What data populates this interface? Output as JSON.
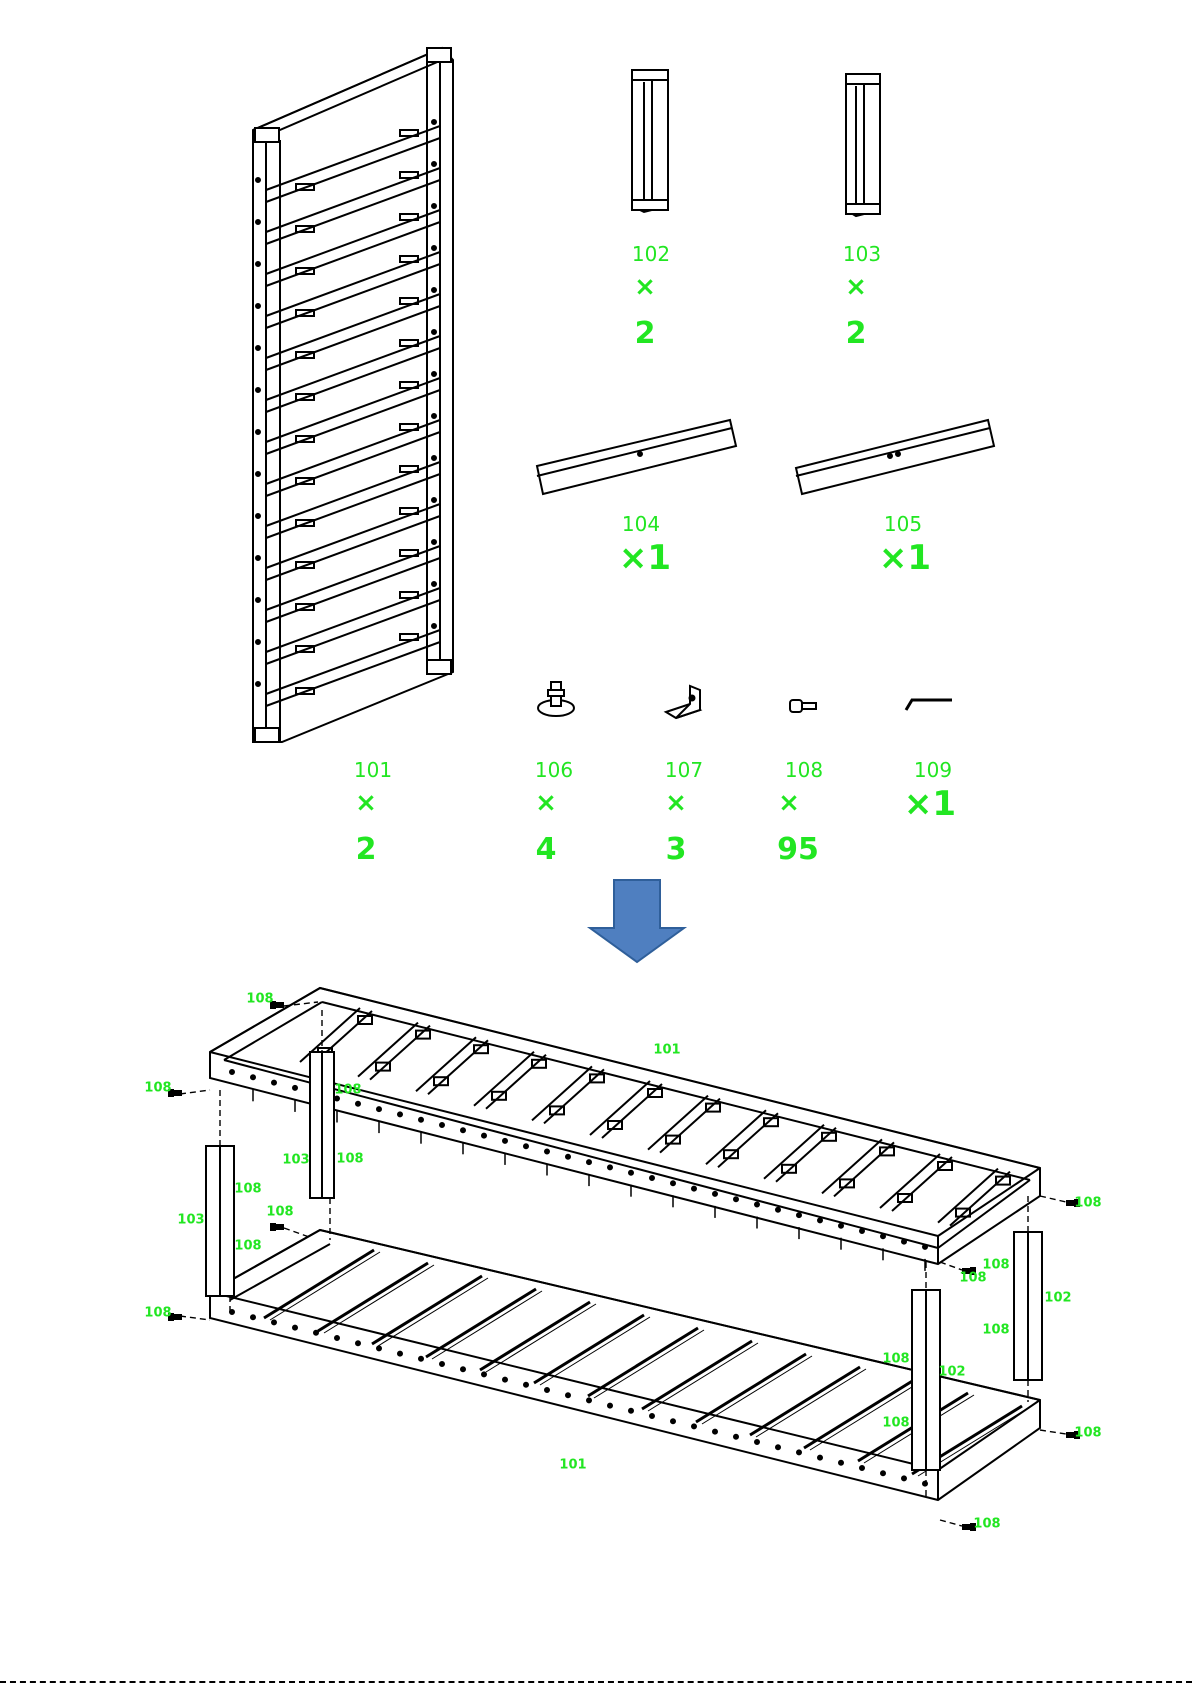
{
  "parts": [
    {
      "id": "p101",
      "number": "101",
      "x_sign": "×",
      "qty": "2"
    },
    {
      "id": "p102",
      "number": "102",
      "x_sign": "×",
      "qty": "2"
    },
    {
      "id": "p103",
      "number": "103",
      "x_sign": "×",
      "qty": "2"
    },
    {
      "id": "p104",
      "number": "104",
      "qty_inline": "×1"
    },
    {
      "id": "p105",
      "number": "105",
      "qty_inline": "×1"
    },
    {
      "id": "p106",
      "number": "106",
      "x_sign": "×",
      "qty": "4"
    },
    {
      "id": "p107",
      "number": "107",
      "x_sign": "×",
      "qty": "3"
    },
    {
      "id": "p108",
      "number": "108",
      "x_sign": "×",
      "qty": "95"
    },
    {
      "id": "p109",
      "number": "109",
      "qty_inline": "×1"
    }
  ],
  "callouts": {
    "bolt": "108",
    "frame": "101",
    "leg_a": "102",
    "leg_b": "103"
  },
  "colors": {
    "label": "#22e622",
    "arrow_fill": "#4f7fc0",
    "arrow_stroke": "#2f5f9a",
    "line": "#000000"
  }
}
